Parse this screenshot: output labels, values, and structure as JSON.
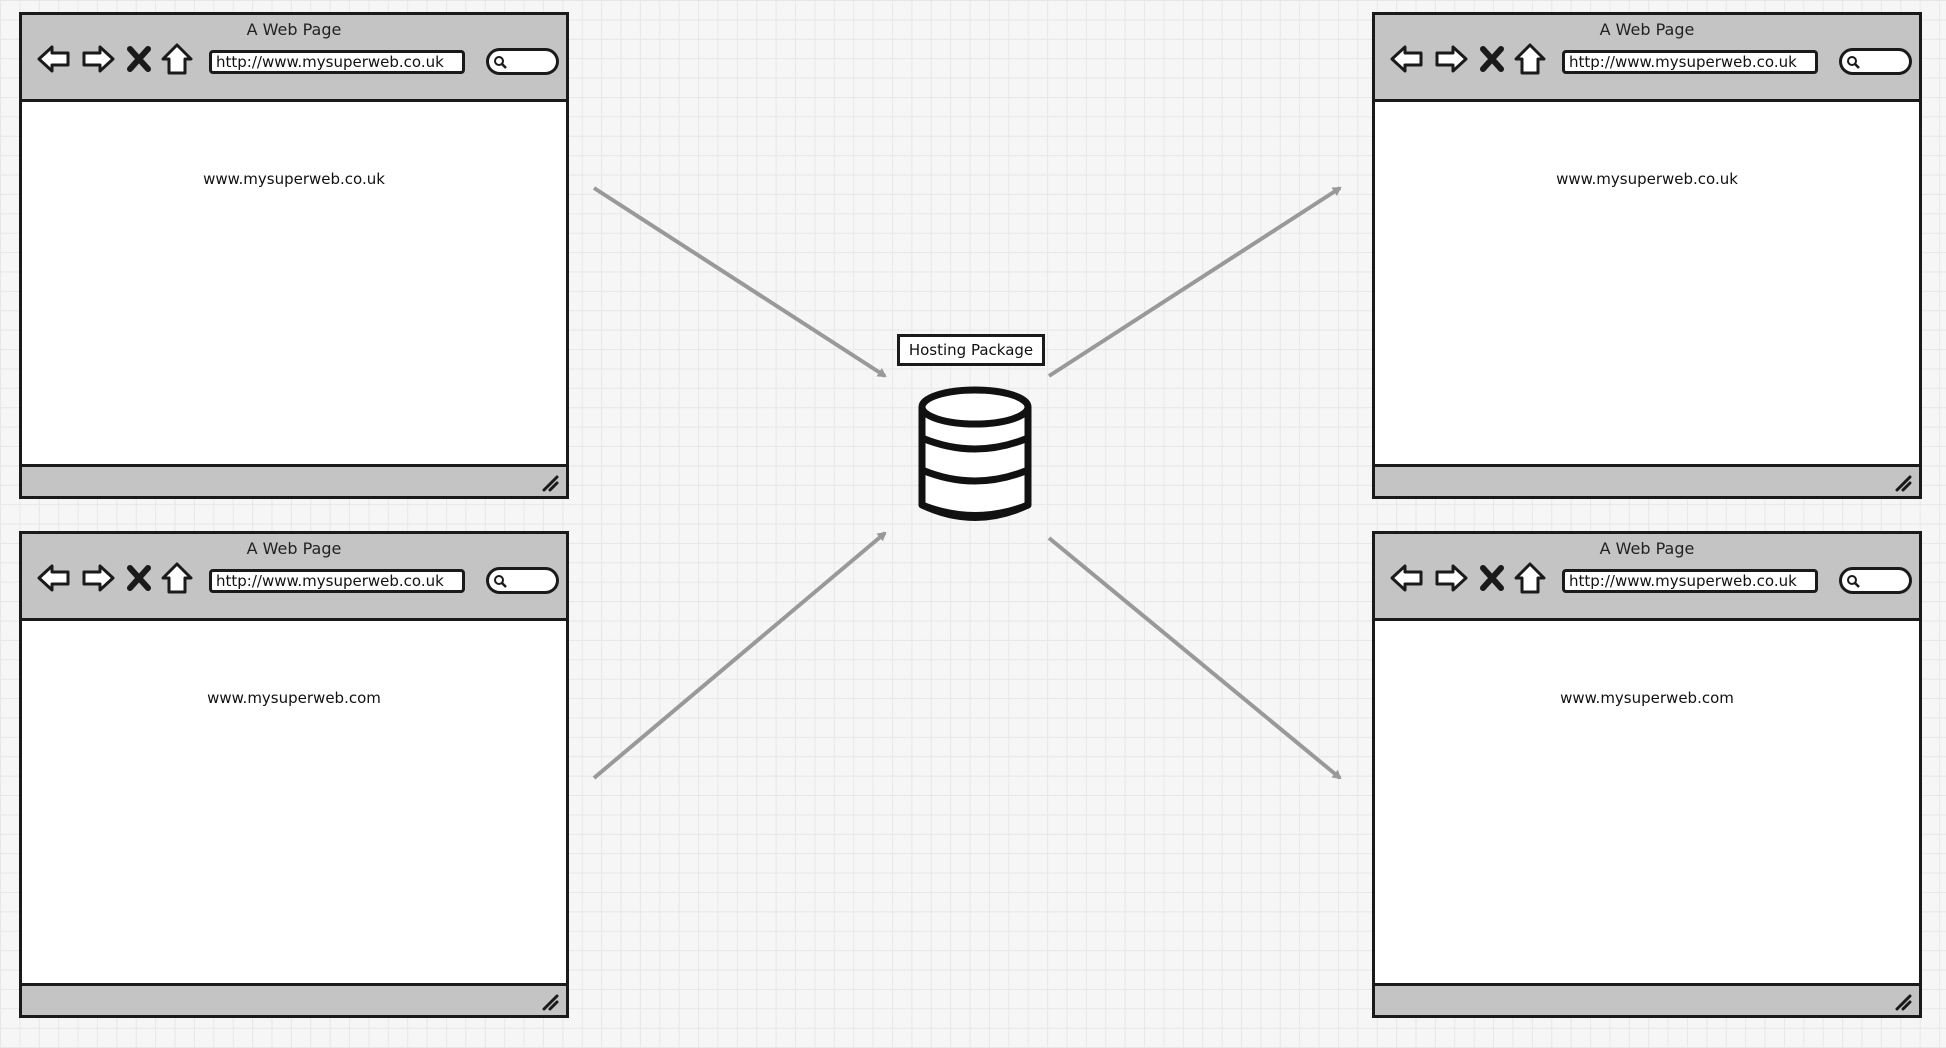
{
  "browsers": [
    {
      "title": "A Web Page",
      "url": "http://www.mysuperweb.co.uk",
      "content": "www.mysuperweb.co.uk"
    },
    {
      "title": "A Web Page",
      "url": "http://www.mysuperweb.co.uk",
      "content": "www.mysuperweb.com"
    },
    {
      "title": "A Web Page",
      "url": "http://www.mysuperweb.co.uk",
      "content": "www.mysuperweb.co.uk"
    },
    {
      "title": "A Web Page",
      "url": "http://www.mysuperweb.co.uk",
      "content": "www.mysuperweb.com"
    }
  ],
  "hosting": {
    "label": "Hosting Package",
    "icon": "database-icon"
  },
  "colors": {
    "chrome": "#c4c4c4",
    "arrow": "#999999",
    "outline": "#1a1a1a",
    "grid": "#e7e7e7"
  }
}
